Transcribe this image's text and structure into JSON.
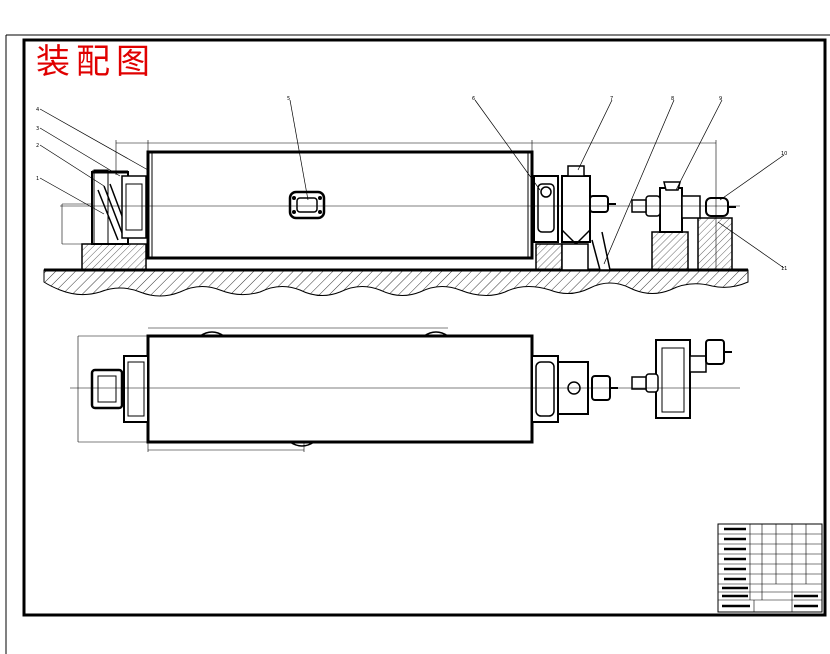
{
  "drawing": {
    "title": "装配图",
    "title_color": "#e00000",
    "line_color": "#000000",
    "hatch_color": "#000000",
    "part_labels": [
      "1",
      "2",
      "3",
      "4",
      "5",
      "6",
      "7",
      "8",
      "9",
      "10",
      "11"
    ]
  }
}
